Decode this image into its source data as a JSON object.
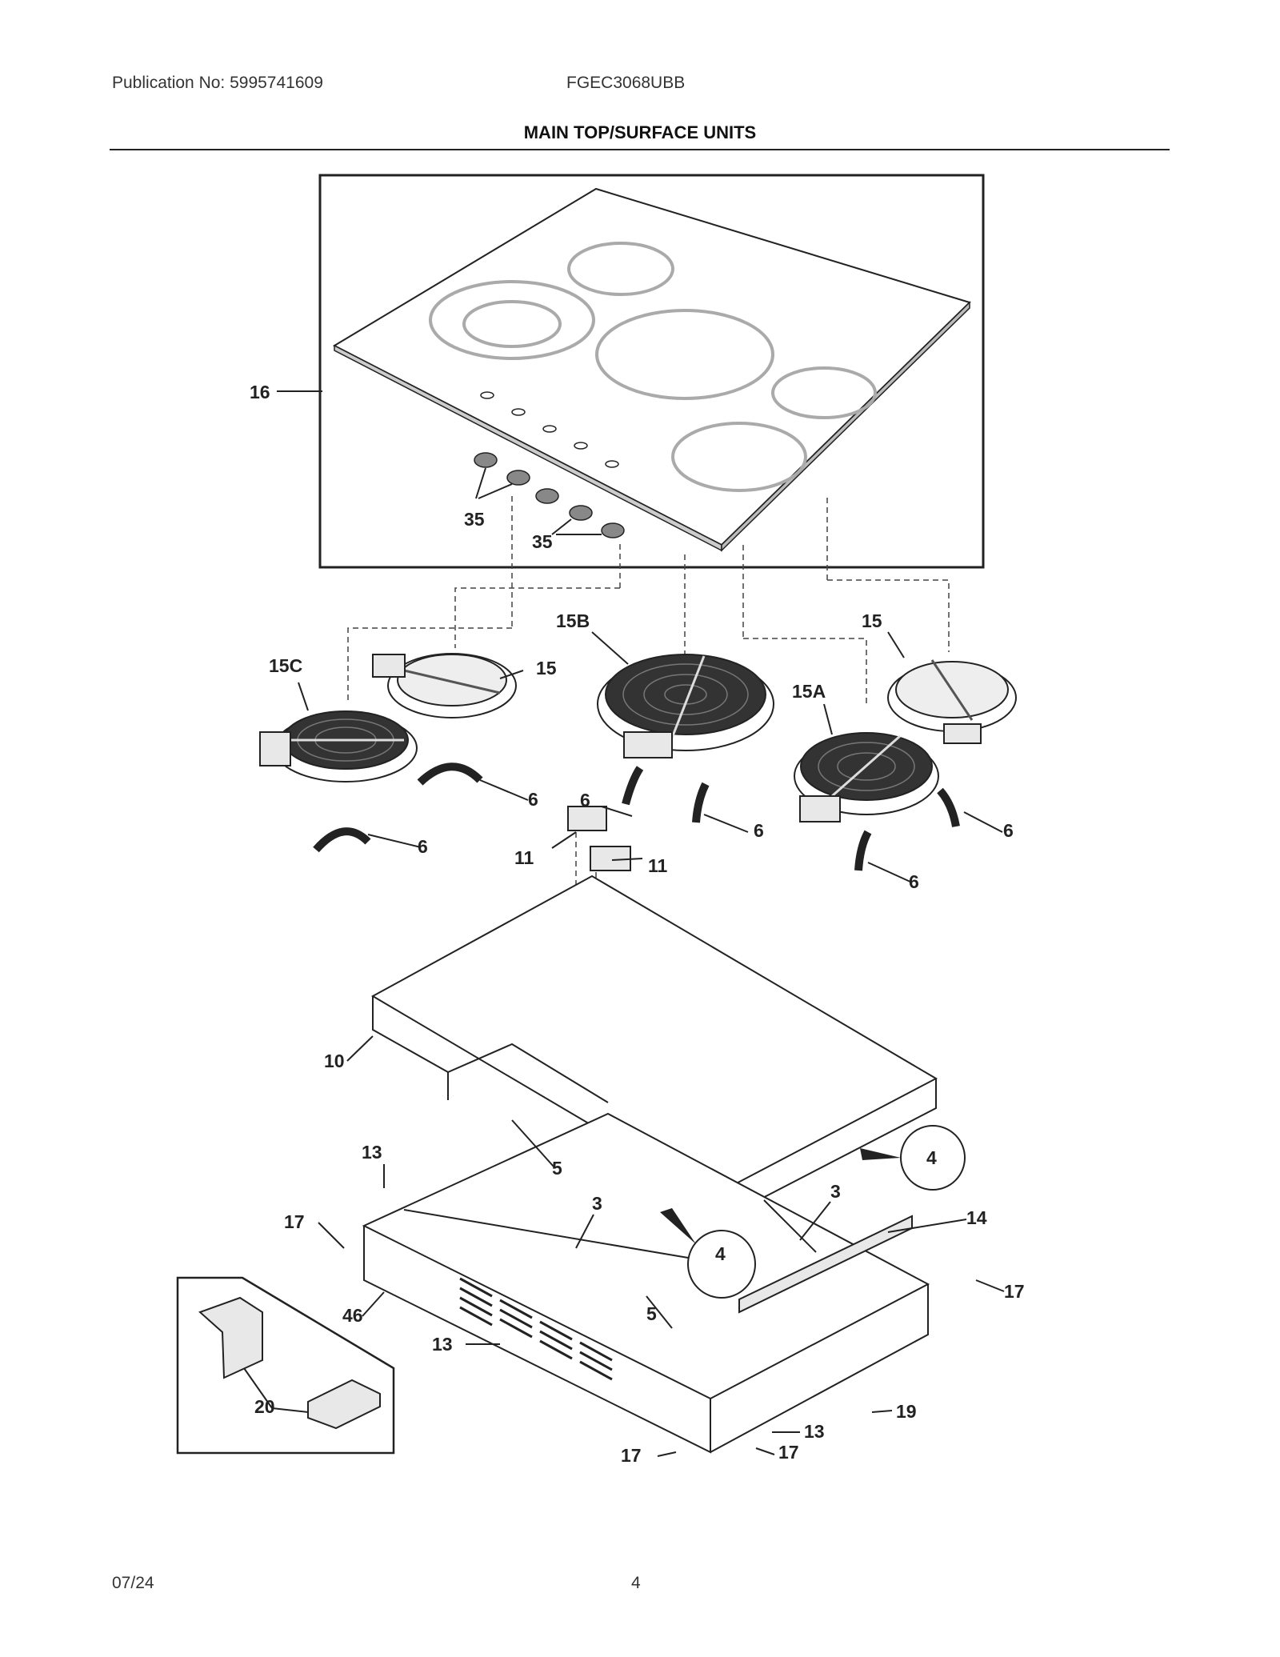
{
  "header": {
    "publication": "Publication No: 5995741609",
    "model": "FGEC3068UBB",
    "title": "MAIN TOP/SURFACE UNITS"
  },
  "footer": {
    "date": "07/24",
    "page": "4"
  },
  "callouts": {
    "c16": "16",
    "c35a": "35",
    "c35b": "35",
    "c15c": "15C",
    "c15a_top": "15",
    "c15b": "15B",
    "c15_right": "15",
    "c15a": "15A",
    "c6_1": "6",
    "c6_2": "6",
    "c6_3": "6",
    "c6_4": "6",
    "c6_5": "6",
    "c6_6": "6",
    "c11a": "11",
    "c11b": "11",
    "c10": "10",
    "c4a": "4",
    "c4b": "4",
    "c13a": "13",
    "c5a": "5",
    "c3a": "3",
    "c3b": "3",
    "c14": "14",
    "c17a": "17",
    "c17b": "17",
    "c46": "46",
    "c5b": "5",
    "c13b": "13",
    "c20": "20",
    "c13c": "13",
    "c19": "19",
    "c17c": "17",
    "c17d": "17"
  }
}
